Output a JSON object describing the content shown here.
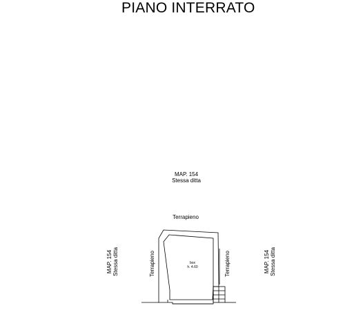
{
  "title": "PIANO INTERRATO",
  "labels": {
    "north_map": "MAP. 154",
    "north_owner": "Stessa ditta",
    "north_terrapieno": "Terrapieno",
    "west_map": "MAP. 154",
    "west_owner": "Stessa ditta",
    "west_terrapieno": "Terrapieno",
    "east_terrapieno": "Terrapieno",
    "east_map": "MAP. 154",
    "east_owner": "Stessa ditta",
    "room_name": "box",
    "room_height": "h. 4.60"
  },
  "colors": {
    "ink": "#000000",
    "background": "#ffffff"
  }
}
